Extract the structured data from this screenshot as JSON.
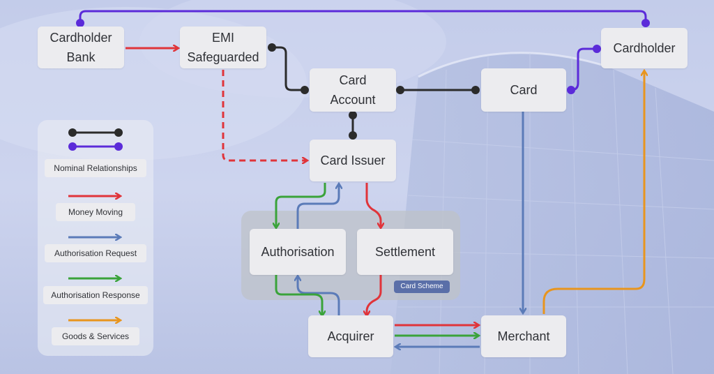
{
  "nodes": {
    "cardholder_bank": "Cardholder\nBank",
    "emi": "EMI\nSafeguarded",
    "card_account": "Card\nAccount",
    "card": "Card",
    "cardholder": "Cardholder",
    "card_issuer": "Card Issuer",
    "authorisation": "Authorisation",
    "settlement": "Settlement",
    "acquirer": "Acquirer",
    "merchant": "Merchant"
  },
  "scheme_label": "Card Scheme",
  "legend": {
    "nominal": "Nominal Relationships",
    "money": "Money Moving",
    "auth_request": "Authorisation Request",
    "auth_response": "Authorisation Response",
    "goods": "Goods & Services"
  },
  "colors": {
    "nominal_black": "#2b2b2b",
    "nominal_purple": "#5b2bd9",
    "money": "#e0343a",
    "auth_request": "#5b7bb8",
    "auth_response": "#3aa33a",
    "goods": "#e8951e"
  }
}
